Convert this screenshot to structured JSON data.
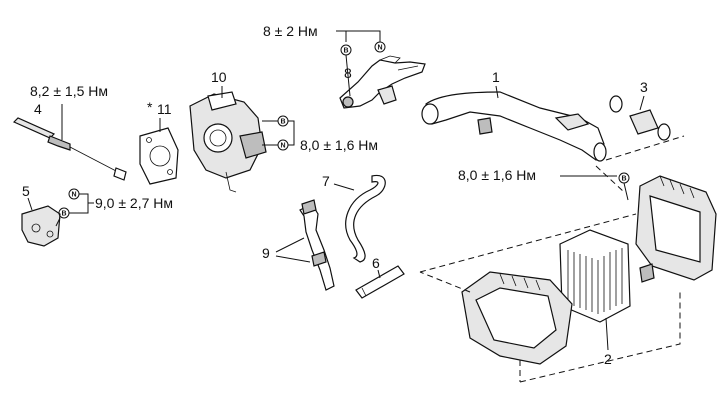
{
  "parts": {
    "p1": "1",
    "p2": "2",
    "p3": "3",
    "p4": "4",
    "p5": "5",
    "p6": "6",
    "p7": "7",
    "p8": "8",
    "p9": "9",
    "p10": "10",
    "p11": "11"
  },
  "asterisk": "*",
  "torque": {
    "t8": "8 ± 2 Нм",
    "t4": "8,2 ± 1,5 Нм",
    "t10": "8,0 ± 1,6 Нм",
    "t5": "9,0 ± 2,7 Нм",
    "t1": "8,0 ± 1,6 Нм"
  },
  "markers": {
    "bolt": "B",
    "nut": "N"
  }
}
